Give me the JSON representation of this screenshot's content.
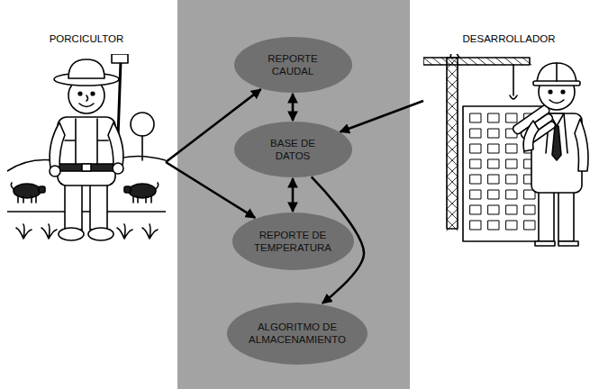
{
  "diagram": {
    "nodes": [
      {
        "text": [
          "PORCICULTOR"
        ]
      },
      {
        "text": [
          "DESARROLLADOR"
        ]
      },
      {
        "text": [
          "REPORTE CAUDAL"
        ]
      },
      {
        "text": [
          "BASE DE DATOS"
        ]
      },
      {
        "text": [
          "REPORTE DE TEMPERATURA"
        ]
      },
      {
        "text": [
          "ALGORITMO DE ALMACENAMIENTO"
        ]
      }
    ],
    "edges": [
      {
        "from": 0,
        "to": 2,
        "arrow": "to"
      },
      {
        "from": 0,
        "to": 4,
        "arrow": "to"
      },
      {
        "from": 1,
        "to": 3,
        "arrow": "to"
      },
      {
        "from": 3,
        "to": 2,
        "arrow": "both"
      },
      {
        "from": 3,
        "to": 4,
        "arrow": "both"
      },
      {
        "from": 3,
        "to": 5,
        "arrow": "to"
      }
    ]
  }
}
